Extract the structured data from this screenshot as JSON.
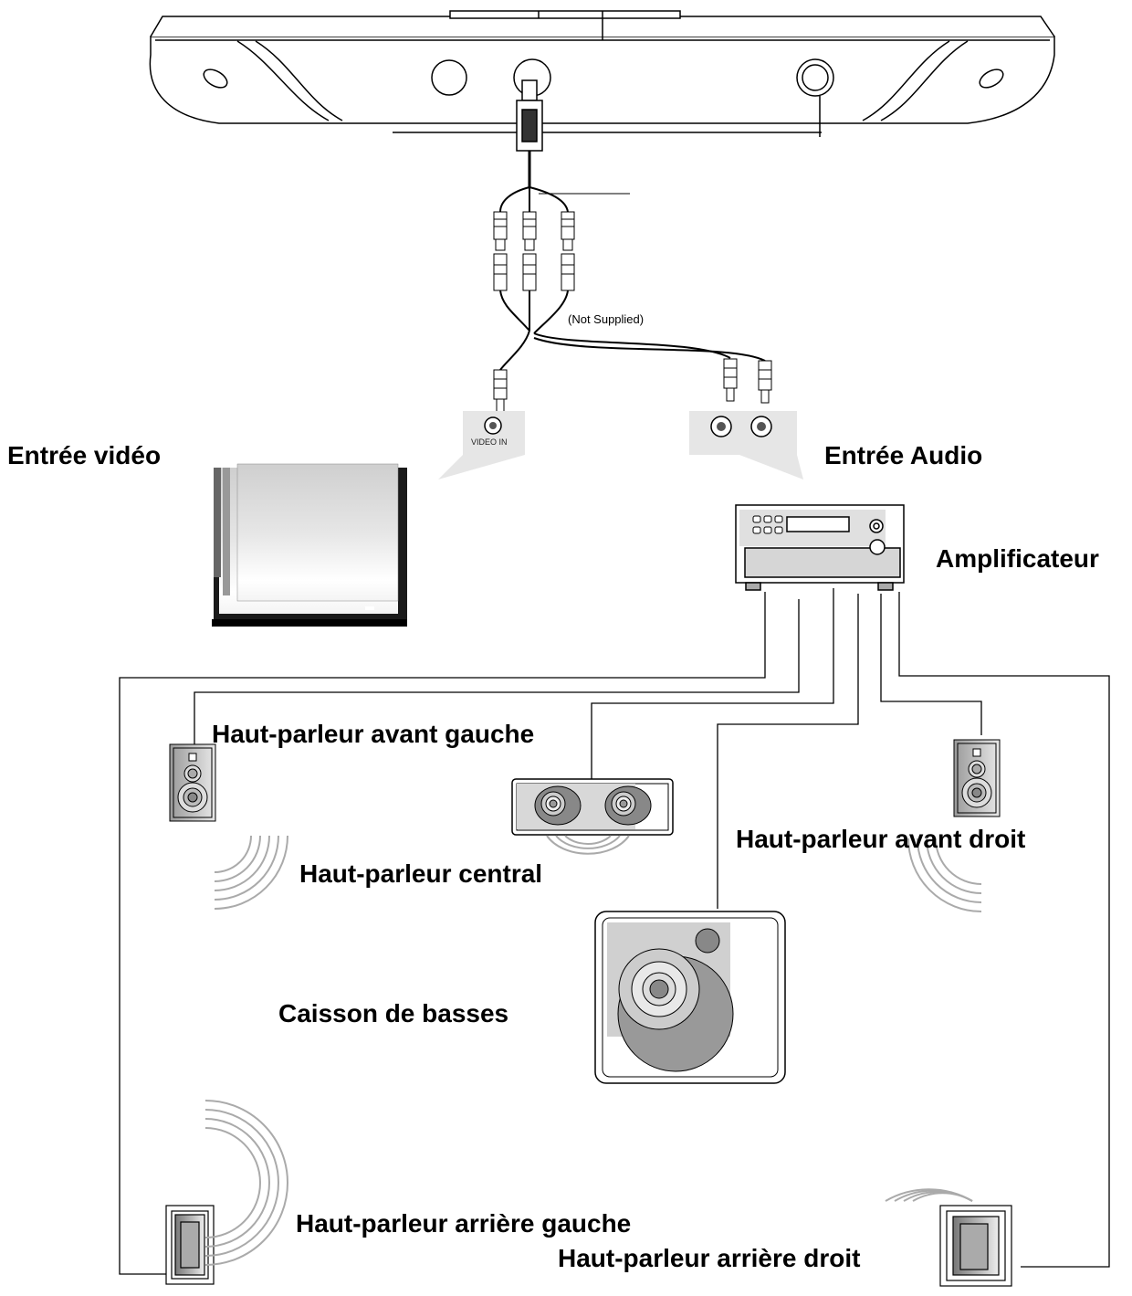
{
  "cable_note": "(Not Supplied)",
  "video_jack_label": "VIDEO IN",
  "labels": {
    "video_input": "Entrée vidéo",
    "audio_input": "Entrée Audio",
    "amplifier": "Amplificateur",
    "front_left": "Haut-parleur avant gauche",
    "center": "Haut-parleur central",
    "front_right": "Haut-parleur avant droit",
    "subwoofer": "Caisson de basses",
    "rear_left": "Haut-parleur arrière gauche",
    "rear_right": "Haut-parleur arrière droit"
  }
}
